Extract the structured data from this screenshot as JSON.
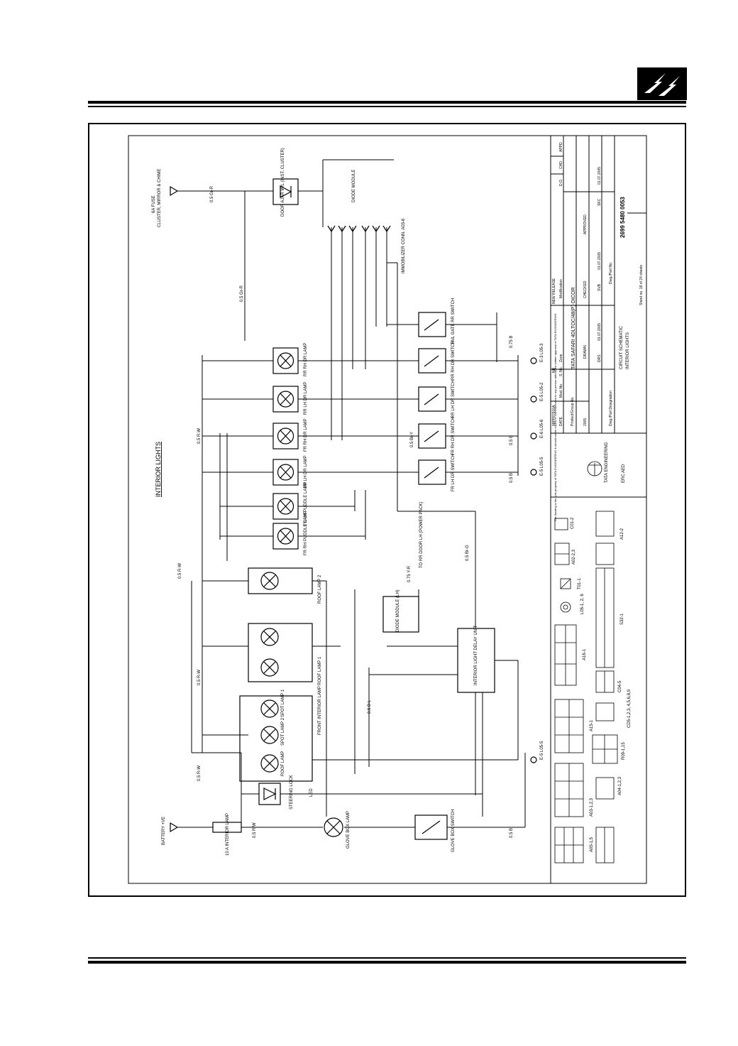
{
  "sheet": {
    "title": "INTERIOR LIGHTS",
    "feeds": {
      "fuse_6a": "6A FUSE",
      "fuse_6a_note": "CLUSTER, MIRROR & CHIME",
      "battery": "BATTERY +VE",
      "fuse_10a": "10 A INTERIOR LAMP"
    },
    "components": {
      "door_ajar": "DOOR AJAR W/L (INST. CLUSTER)",
      "diode_module": "DIODE MODULE",
      "immobilizer": "IMMOBILIZER CONN. A03-6",
      "rr_rh_dr_lamp": "RR RH DR LAMP",
      "rr_lh_dr_lamp": "RR LH DR LAMP",
      "fr_rh_dr_lamp": "FR RH DR LAMP",
      "fr_lh_dr_lamp": "FR LH DR LAMP",
      "fr_lh_puddle": "FR LH PUDDLE LAMP",
      "fr_rh_puddle": "FR RH PUDDLE LAMP",
      "roof_lamp_2": "ROOF LAMP 2",
      "roof_lamp_1": "ROOF LAMP 1",
      "front_interior": "FRONT INTERIOR LAMP",
      "spot_lamp_1": "SPOT LAMP 1",
      "spot_lamp_2": "SPOT LAMP 2",
      "roof_lamp": "ROOF LAMP",
      "steering_lock": "STEERING LOCK",
      "led": "LED",
      "glove_box_lamp": "GLOVE BOX LAMP",
      "glove_box_switch": "GLOVE BOX SWITCH",
      "diode_module_lh": "DIODE MODULE (LH)",
      "to_rr_door": "TO RR DOOR LH (POWER PACK)",
      "delay_unit": "INTERIOR LIGHT DELAY UNIT",
      "tail_gate_switch": "TAIL GATE RR SWITCH",
      "rr_rh_dr_switch": "RR RH DR SWITCH",
      "rr_lh_dr_switch": "RR LH DR SWITCH",
      "fr_rh_dr_switch": "FR RH DR SWITCH",
      "fr_lh_dr_switch": "FR LH DR SWITCH"
    },
    "wires": {
      "gy_r": "0.5 Gr-R",
      "r_w": "0.5 R-W",
      "b": "0.5 B",
      "br_y": "0.5 Br-Y",
      "y_r": "0.75 Y-R",
      "r_w_1": "0.5 R/W",
      "bl": "0.5 B-L",
      "b_g": "0.5 Br-G",
      "bk": "0.75 B"
    },
    "grounds": {
      "g1": "E-5 L05-5",
      "g2": "E-6 L05-6",
      "g3": "E-5 L05-2",
      "g4": "E-3 L05-3"
    },
    "connectors": {
      "a15": "A15-1",
      "a16": "A16-1",
      "a03": "A03-1,2,3",
      "c04": "C04-5",
      "s32": "S32-1",
      "l05": "L05-1, 2, 6",
      "cd": "CD5-1,2,3, 4,5,6,8,9",
      "r09": "R09-1,15",
      "a05": "A05-1,5",
      "a04": "A04-1,2,3",
      "t01": "T01-1",
      "a02": "A02-2,3",
      "a12": "A12-2",
      "c01": "C01-2"
    },
    "title_block": {
      "company": "TATA ENGINEERING",
      "dept": "ERC AED",
      "vehicle": "TATA SAFARI 4DLTOC/48(P)-DICOR",
      "schematic": "CIRCUIT SCHEMATIC",
      "system": "INTERIOR LIGHTS",
      "drawing_no": "2699 5480 0053",
      "sheet": "Sheet no. 18 of 24 sheets",
      "new_release": "NEW RELEASE",
      "modification": "Modification",
      "date": "DATE",
      "mod_no": "Mod. No.",
      "s_no": "S. No.",
      "zone": "Zone",
      "drawn": "DRAWN",
      "checked": "CHECKED",
      "approved": "APPROVED",
      "drs": "DRS",
      "svb": "SVB",
      "skc": "SKC",
      "d1": "01.07.2005",
      "d2": "01.07.2005",
      "d3": "01.07.2005",
      "cr_no": "98PP87810A",
      "nr": "NR",
      "product_group": "Product/Group No.",
      "year": "2005",
      "dwg_part": "Dwg./Part Designation",
      "dwg_part_no": "Dwg./Part No.",
      "do": "D.O.",
      "chd": "CHD",
      "appd": "APPD",
      "notice": "This drawing is the sole property of TATA ENGINEERING & should not be copied or communicated to any person without the written approval of TATA ENGINEERING"
    }
  }
}
